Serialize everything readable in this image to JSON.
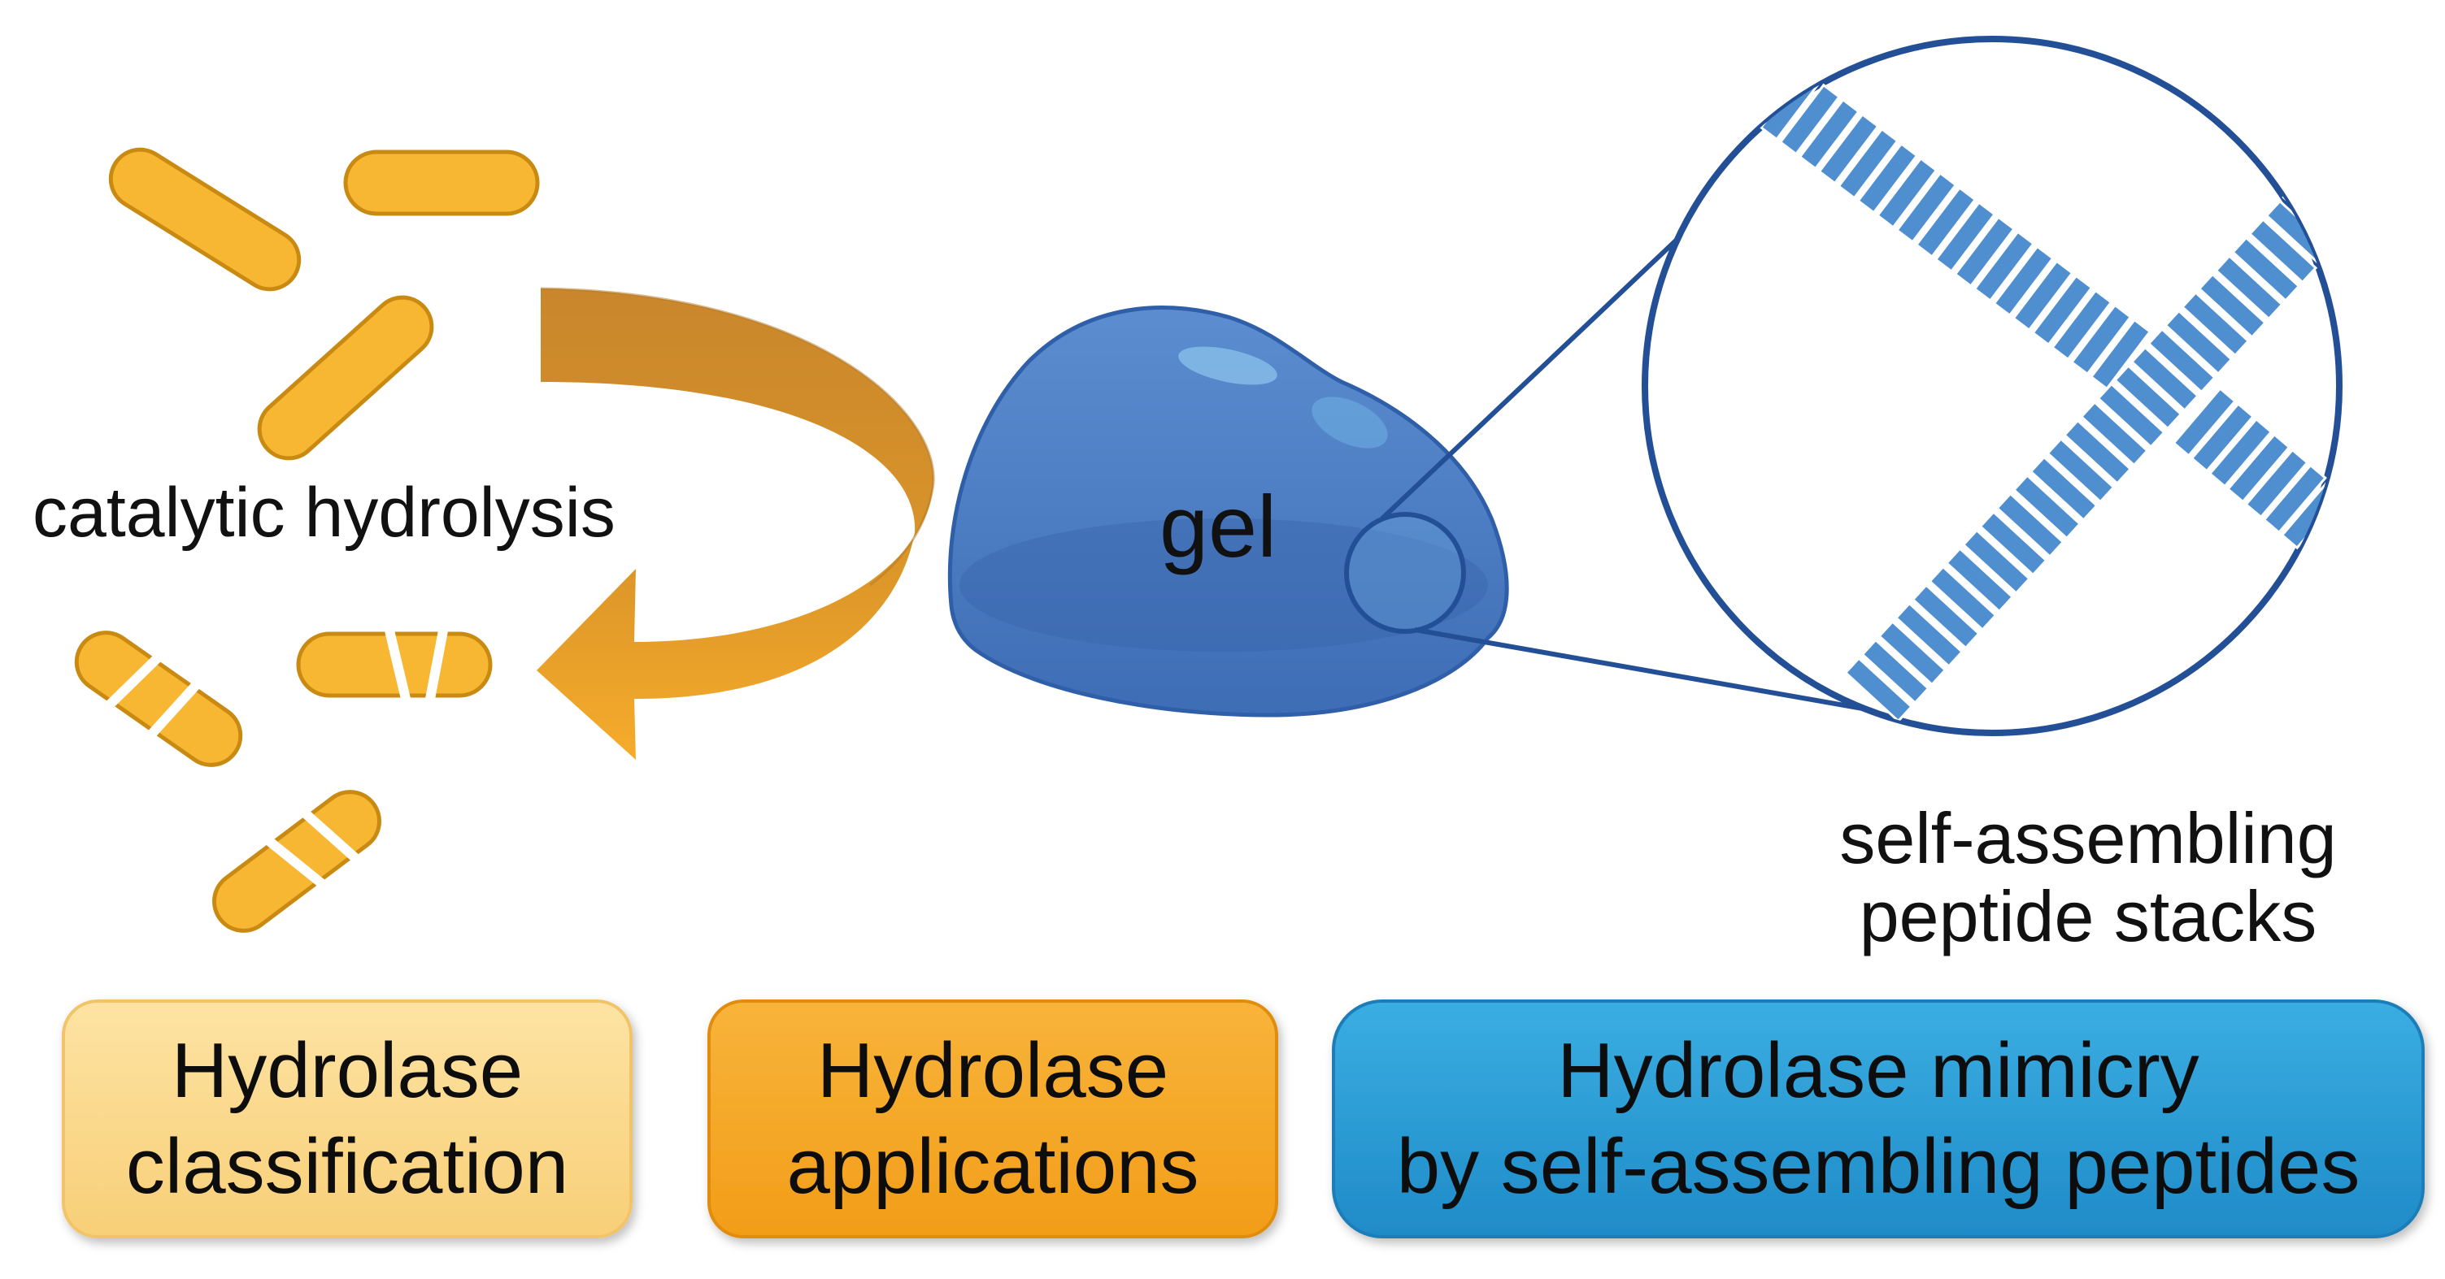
{
  "labels": {
    "catalytic_hydrolysis": "catalytic hydrolysis",
    "gel": "gel",
    "stacks_line1": "self-assembling",
    "stacks_line2": "peptide stacks"
  },
  "boxes": [
    {
      "line1": "Hydrolase",
      "line2": "classification",
      "color": "#fbd98c"
    },
    {
      "line1": "Hydrolase",
      "line2": "applications",
      "color": "#f6a925"
    },
    {
      "line1": "Hydrolase mimicry",
      "line2": "by self-assembling peptides",
      "color": "#2f9fd6"
    }
  ],
  "colors": {
    "pill_fill": "#f7b733",
    "pill_edge": "#c98a12",
    "arrow_top": "#c8872e",
    "arrow_bottom": "#f4a92a",
    "gel_fill": "#4f7fc4",
    "gel_edge": "#2b5ba6",
    "zoom_line": "#234f96",
    "stack_fill": "#4f8fd0"
  }
}
